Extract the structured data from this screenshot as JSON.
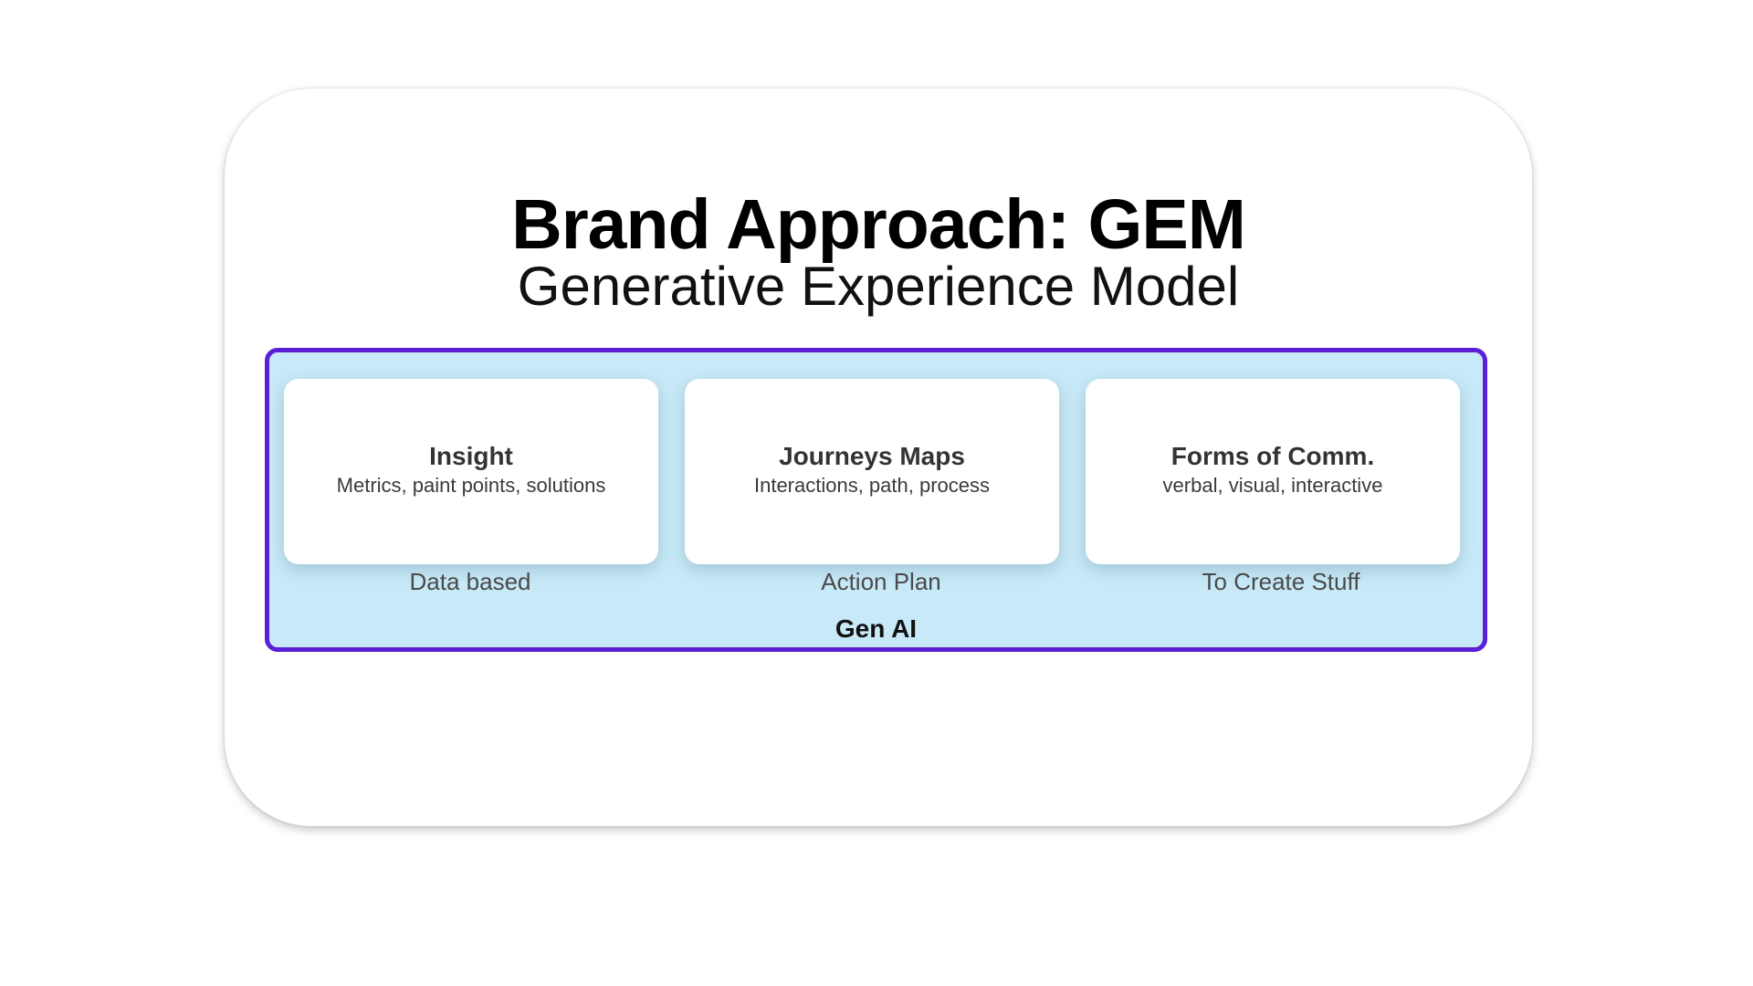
{
  "title": "Brand Approach: GEM",
  "subtitle": "Generative Experience Model",
  "cards": [
    {
      "title": "Insight",
      "description": "Metrics, paint points, solutions",
      "caption": "Data based"
    },
    {
      "title": "Journeys Maps",
      "description": "Interactions, path, process",
      "caption": "Action Plan"
    },
    {
      "title": "Forms of Comm.",
      "description": "verbal, visual, interactive",
      "caption": "To Create Stuff"
    }
  ],
  "footer": "Gen AI",
  "colors": {
    "panel_background": "#c8eaf8",
    "panel_border": "#5a1fd6",
    "card_background": "#ffffff"
  }
}
